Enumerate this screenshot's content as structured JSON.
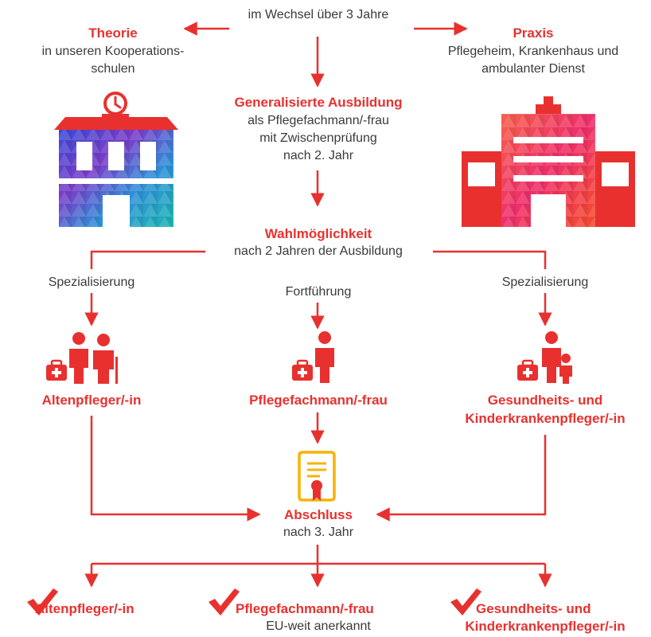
{
  "top": {
    "cycle": "im Wechsel über 3 Jahre",
    "theory_title": "Theorie",
    "theory_line1": "in unseren Kooperations-",
    "theory_line2": "schulen",
    "practice_title": "Praxis",
    "practice_line1": "Pflegeheim, Krankenhaus und",
    "practice_line2": "ambulanter Dienst"
  },
  "center": {
    "title": "Generalisierte Ausbildung",
    "line1": "als Pflegefachmann/-frau",
    "line2": "mit Zwischenprüfung",
    "line3": "nach 2. Jahr"
  },
  "choice": {
    "title": "Wahlmöglichkeit",
    "subtitle": "nach 2 Jahren der Ausbildung",
    "left_label": "Spezialisierung",
    "mid_label": "Fortführung",
    "right_label": "Spezialisierung"
  },
  "roles": {
    "left": "Altenpfleger/-in",
    "mid": "Pflegefachmann/-frau",
    "right_line1": "Gesundheits- und",
    "right_line2": "Kinderkrankenpfleger/-in"
  },
  "final": {
    "title": "Abschluss",
    "subtitle": "nach 3. Jahr"
  },
  "results": {
    "left": "Altenpfleger/-in",
    "mid": "Pflegefachmann/-frau",
    "mid_note": "EU-weit anerkannt",
    "right_line1": "Gesundheits- und",
    "right_line2": "Kinderkrankenpfleger/-in"
  },
  "colors": {
    "accent": "#e8312f",
    "text": "#3a3a3a",
    "certificate": "#f5b400"
  }
}
